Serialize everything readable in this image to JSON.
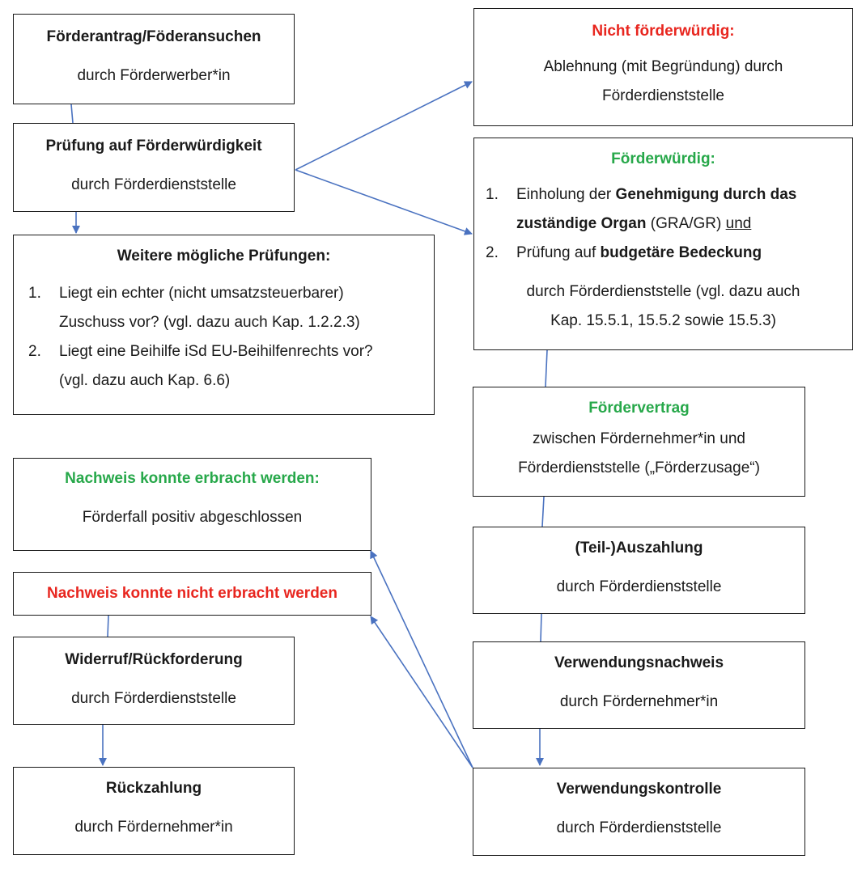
{
  "boxes": {
    "antrag": {
      "title": "Förderantrag/Föderansuchen",
      "sub": "durch Förderwerber*in"
    },
    "pruefung": {
      "title": "Prüfung auf Förderwürdigkeit",
      "sub": "durch Förderdienststelle"
    },
    "weitere": {
      "title": "Weitere mögliche Prüfungen:",
      "items": [
        {
          "num": "1.",
          "line1": "Liegt ein echter (nicht umsatzsteuerbarer)",
          "line2": "Zuschuss vor? (vgl. dazu auch Kap. 1.2.2.3)"
        },
        {
          "num": "2.",
          "line1": "Liegt eine Beihilfe iSd EU-Beihilfenrechts vor?",
          "line2": "(vgl. dazu auch Kap. 6.6)"
        }
      ]
    },
    "nicht_foerderwuerdig": {
      "title": "Nicht förderwürdig:",
      "line1": "Ablehnung (mit Begründung) durch",
      "line2": "Förderdienststelle"
    },
    "foerderwuerdig": {
      "title": "Förderwürdig:",
      "item1_num": "1.",
      "item1_a": "Einholung der ",
      "item1_b": "Genehmigung durch das",
      "item1_c": "zuständige Organ",
      "item1_d": " (GRA/GR) ",
      "item1_e": "und",
      "item2_num": "2.",
      "item2_a": "Prüfung auf ",
      "item2_b": "budgetäre Bedeckung",
      "sub1": "durch Förderdienststelle (vgl. dazu auch",
      "sub2": "Kap. 15.5.1, 15.5.2 sowie 15.5.3)"
    },
    "vertrag": {
      "title": "Fördervertrag",
      "line1": "zwischen Fördernehmer*in und",
      "line2": "Förderdienststelle („Förderzusage“)"
    },
    "auszahlung": {
      "title": "(Teil-)Auszahlung",
      "sub": "durch Förderdienststelle"
    },
    "verwendungsnachweis": {
      "title": "Verwendungsnachweis",
      "sub": "durch Fördernehmer*in"
    },
    "verwendungskontrolle": {
      "title": "Verwendungskontrolle",
      "sub": "durch Förderdienststelle"
    },
    "nachweis_ok": {
      "title": "Nachweis konnte erbracht werden:",
      "sub": "Förderfall positiv abgeschlossen"
    },
    "nachweis_nok": {
      "title": "Nachweis konnte nicht erbracht werden"
    },
    "widerruf": {
      "title": "Widerruf/Rückforderung",
      "sub": "durch Förderdienststelle"
    },
    "rueckzahlung": {
      "title": "Rückzahlung",
      "sub": "durch Fördernehmer*in"
    }
  },
  "colors": {
    "red": "#e8261f",
    "green": "#27a84a",
    "connector": "#4a72c0",
    "border": "#1a1a1a"
  }
}
